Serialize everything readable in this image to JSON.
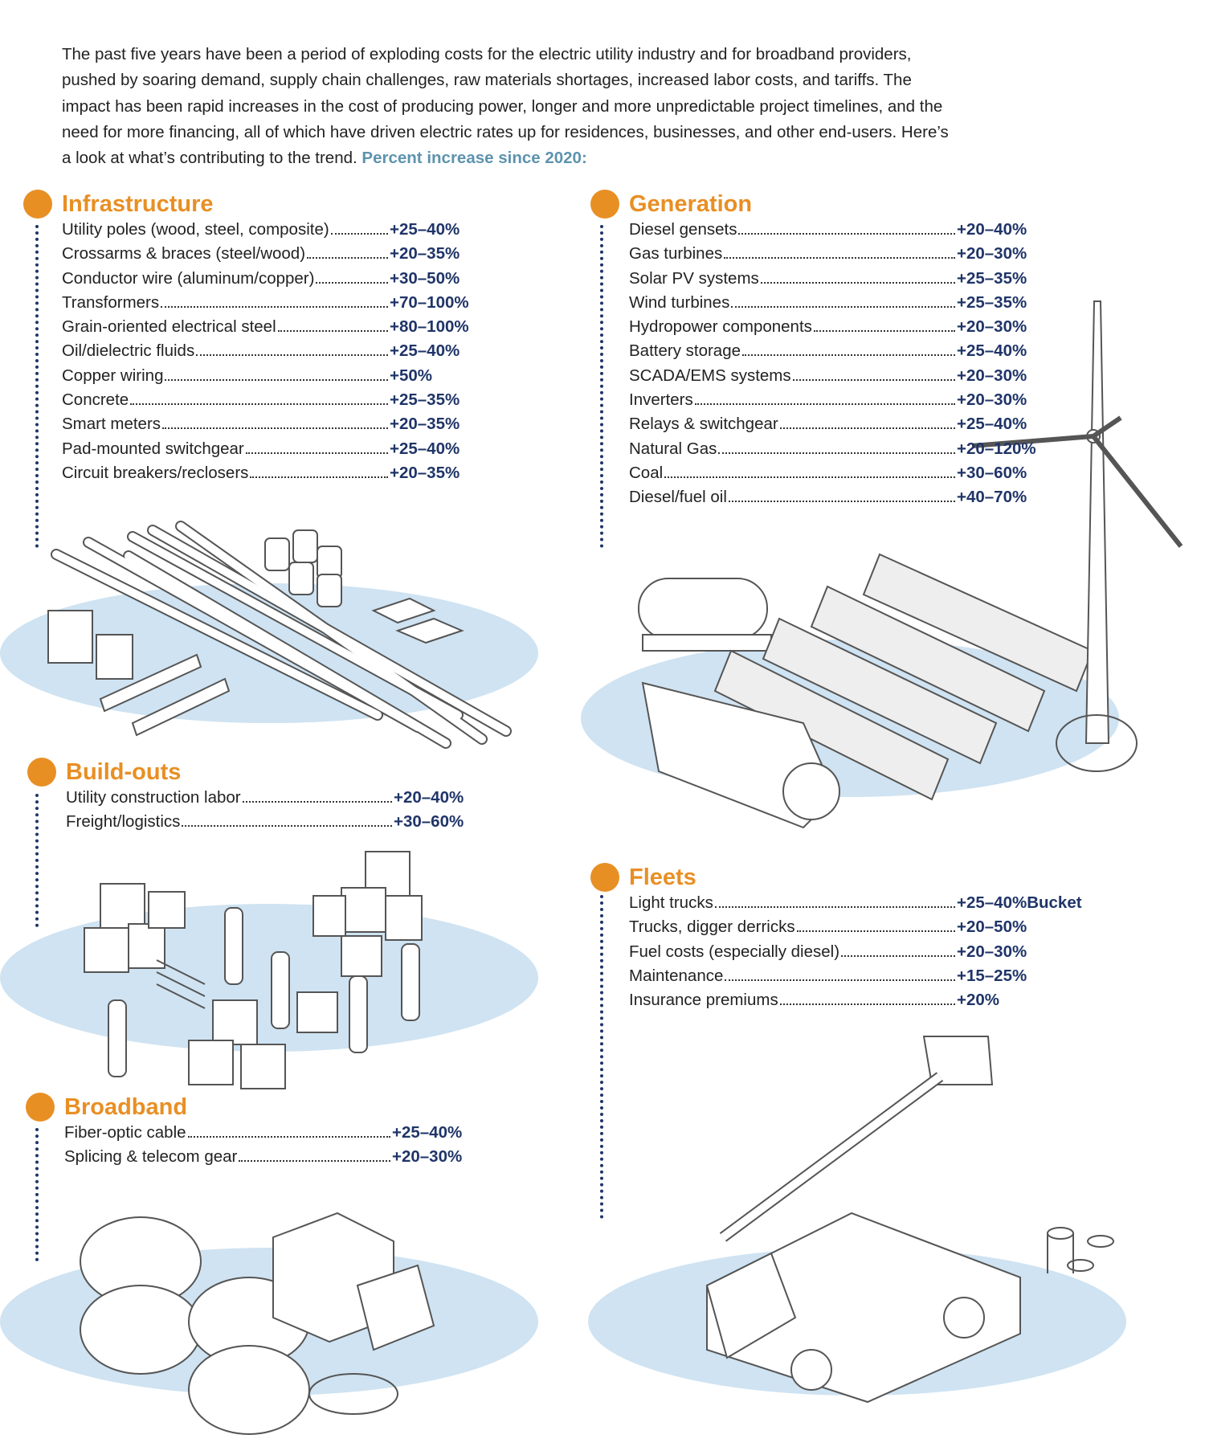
{
  "intro": {
    "lines": [
      "The past five years have been a period of exploding costs for the electric utility industry and for broadband providers,",
      "pushed by soaring demand, supply chain challenges, raw materials shortages, increased labor costs, and tariffs. The",
      "impact has been rapid increases in the cost of producing power, longer and more unpredictable project timelines, and the",
      "need for more financing, all of which have driven electric rates up for residences, businesses, and other end-users. Here’s",
      "a look at what’s contributing to the trend."
    ],
    "accent": "Percent increase since 2020:"
  },
  "colors": {
    "orange": "#e88f24",
    "navy": "#1f3468",
    "teal": "#5d93ae",
    "ground": "#cfe3f2"
  },
  "infrastructure": {
    "title": "Infrastructure",
    "items": [
      {
        "label": "Utility poles (wood, steel, composite)",
        "value": "+25–40%"
      },
      {
        "label": "Crossarms & braces (steel/wood)",
        "value": "+20–35%"
      },
      {
        "label": "Conductor wire (aluminum/copper)",
        "value": "+30–50%"
      },
      {
        "label": "Transformers",
        "value": "+70–100%"
      },
      {
        "label": "Grain-oriented electrical steel",
        "value": "+80–100%"
      },
      {
        "label": "Oil/dielectric fluids",
        "value": "+25–40%"
      },
      {
        "label": "Copper wiring",
        "value": "+50%"
      },
      {
        "label": "Concrete",
        "value": "+25–35%"
      },
      {
        "label": "Smart meters",
        "value": "+20–35%"
      },
      {
        "label": "Pad-mounted switchgear",
        "value": "+25–40%"
      },
      {
        "label": "Circuit breakers/reclosers",
        "value": "+20–35%"
      }
    ]
  },
  "generation": {
    "title": "Generation",
    "items": [
      {
        "label": "Diesel gensets",
        "value": "+20–40%"
      },
      {
        "label": "Gas turbines",
        "value": "+20–30%"
      },
      {
        "label": "Solar PV systems",
        "value": "+25–35%"
      },
      {
        "label": "Wind turbines",
        "value": "+25–35%"
      },
      {
        "label": "Hydropower components",
        "value": "+20–30%"
      },
      {
        "label": "Battery storage",
        "value": "+25–40%"
      },
      {
        "label": "SCADA/EMS systems",
        "value": "+20–30%"
      },
      {
        "label": "Inverters",
        "value": "+20–30%"
      },
      {
        "label": "Relays & switchgear",
        "value": "+25–40%"
      },
      {
        "label": "Natural Gas",
        "value": "+20–120%"
      },
      {
        "label": "Coal",
        "value": "+30–60%"
      },
      {
        "label": "Diesel/fuel oil",
        "value": "+40–70%"
      }
    ]
  },
  "buildouts": {
    "title": "Build-outs",
    "items": [
      {
        "label": "Utility construction labor",
        "value": "+20–40%"
      },
      {
        "label": "Freight/logistics",
        "value": "+30–60%"
      }
    ]
  },
  "fleets": {
    "title": "Fleets",
    "items": [
      {
        "label": "Light trucks",
        "value": "+25–40%Bucket"
      },
      {
        "label": "Trucks, digger derricks",
        "value": "+20–50%"
      },
      {
        "label": "Fuel costs (especially diesel)",
        "value": "+20–30%"
      },
      {
        "label": "Maintenance",
        "value": "+15–25%"
      },
      {
        "label": "Insurance premiums",
        "value": "+20%"
      }
    ]
  },
  "broadband": {
    "title": "Broadband",
    "items": [
      {
        "label": "Fiber-optic cable",
        "value": "+25–40%"
      },
      {
        "label": "Splicing & telecom gear",
        "value": "+20–30%"
      }
    ]
  }
}
